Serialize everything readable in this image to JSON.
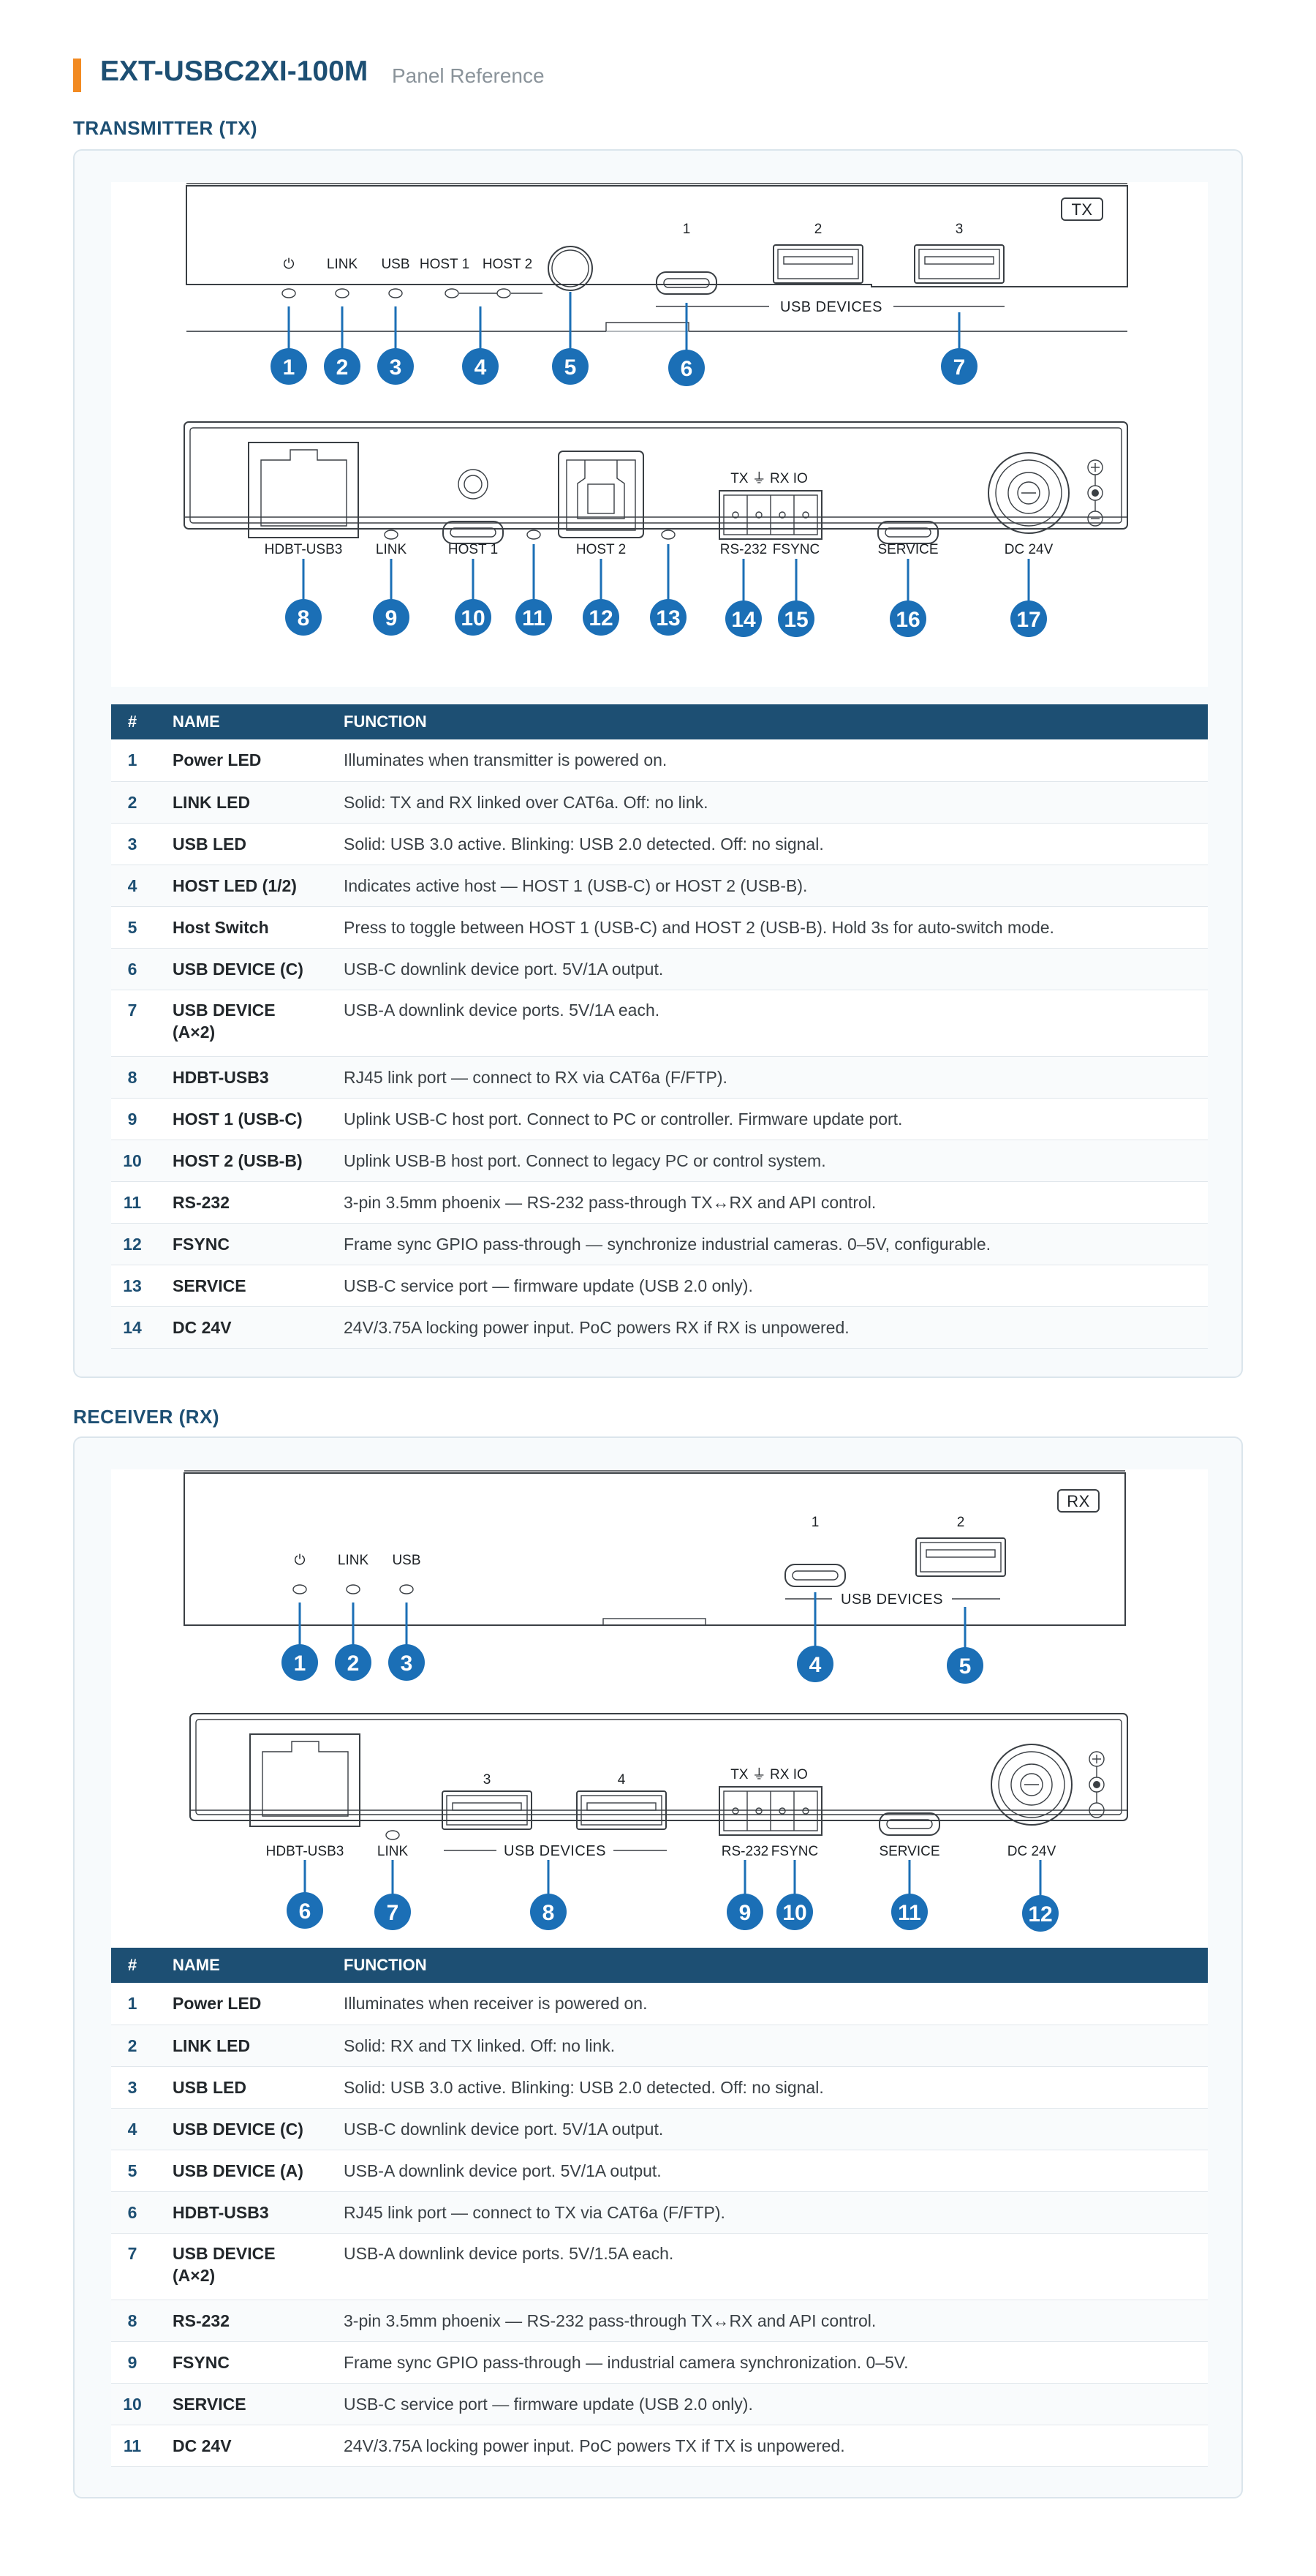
{
  "header": {
    "title": "EXT-USBC2XI-100M",
    "subtitle": "Panel Reference"
  },
  "colors": {
    "accent": "#f28a21",
    "primary": "#1d4f73",
    "callout": "#1b6fb6"
  },
  "columns": {
    "num": "#",
    "name": "NAME",
    "function": "FUNCTION"
  },
  "tx": {
    "section_title": "TRANSMITTER (TX)",
    "front": {
      "badge": "TX",
      "labels": {
        "power": "⏻",
        "link": "LINK",
        "usb": "USB",
        "host1": "HOST 1",
        "host2": "HOST 2",
        "port1": "1",
        "port2": "2",
        "port3": "3",
        "usb_devices": "USB DEVICES"
      },
      "callouts": [
        "1",
        "2",
        "3",
        "4",
        "5",
        "6",
        "7"
      ]
    },
    "rear": {
      "labels": {
        "hdbt": "HDBT-USB3",
        "link": "LINK",
        "host1": "HOST 1",
        "host2": "HOST 2",
        "rs232": "RS-232",
        "fsync": "FSYNC",
        "service": "SERVICE",
        "dc": "DC 24V",
        "phoenix": "TX ⏚ RX IO"
      },
      "callouts": [
        "8",
        "9",
        "10",
        "11",
        "12",
        "13",
        "14",
        "15",
        "16",
        "17"
      ]
    },
    "rows": [
      {
        "num": "1",
        "name": "Power LED",
        "function": "Illuminates when transmitter is powered on."
      },
      {
        "num": "2",
        "name": "LINK LED",
        "function": "Solid: TX and RX linked over CAT6a. Off: no link."
      },
      {
        "num": "3",
        "name": "USB LED",
        "function": "Solid: USB 3.0 active. Blinking: USB 2.0 detected. Off: no signal."
      },
      {
        "num": "4",
        "name": "HOST LED (1/2)",
        "function": "Indicates active host — HOST 1 (USB-C) or HOST 2 (USB-B)."
      },
      {
        "num": "5",
        "name": "Host Switch",
        "function": "Press to toggle between HOST 1 (USB-C) and HOST 2 (USB-B). Hold 3s for auto-switch mode."
      },
      {
        "num": "6",
        "name": "USB DEVICE (C)",
        "function": "USB-C downlink device port. 5V/1A output."
      },
      {
        "num": "7",
        "name": "USB DEVICE (A×2)",
        "function": "USB-A downlink device ports. 5V/1A each."
      },
      {
        "num": "8",
        "name": "HDBT-USB3",
        "function": "RJ45 link port — connect to RX via CAT6a (F/FTP)."
      },
      {
        "num": "9",
        "name": "HOST 1 (USB-C)",
        "function": "Uplink USB-C host port. Connect to PC or controller. Firmware update port."
      },
      {
        "num": "10",
        "name": "HOST 2 (USB-B)",
        "function": "Uplink USB-B host port. Connect to legacy PC or control system."
      },
      {
        "num": "11",
        "name": "RS-232",
        "function": "3-pin 3.5mm phoenix — RS-232 pass-through TX↔RX and API control."
      },
      {
        "num": "12",
        "name": "FSYNC",
        "function": "Frame sync GPIO pass-through — synchronize industrial cameras. 0–5V, configurable."
      },
      {
        "num": "13",
        "name": "SERVICE",
        "function": "USB-C service port — firmware update (USB 2.0 only)."
      },
      {
        "num": "14",
        "name": "DC 24V",
        "function": "24V/3.75A locking power input. PoC powers RX if RX is unpowered."
      }
    ]
  },
  "rx": {
    "section_title": "RECEIVER (RX)",
    "front": {
      "badge": "RX",
      "labels": {
        "power": "⏻",
        "link": "LINK",
        "usb": "USB",
        "port1": "1",
        "port2": "2",
        "usb_devices": "USB DEVICES"
      },
      "callouts": [
        "1",
        "2",
        "3",
        "4",
        "5"
      ]
    },
    "rear": {
      "labels": {
        "hdbt": "HDBT-USB3",
        "link": "LINK",
        "port3": "3",
        "port4": "4",
        "usb_devices": "USB DEVICES",
        "rs232": "RS-232",
        "fsync": "FSYNC",
        "service": "SERVICE",
        "dc": "DC 24V",
        "phoenix": "TX ⏚ RX IO"
      },
      "callouts": [
        "6",
        "7",
        "8",
        "9",
        "10",
        "11",
        "12"
      ]
    },
    "rows": [
      {
        "num": "1",
        "name": "Power LED",
        "function": "Illuminates when receiver is powered on."
      },
      {
        "num": "2",
        "name": "LINK LED",
        "function": "Solid: RX and TX linked. Off: no link."
      },
      {
        "num": "3",
        "name": "USB LED",
        "function": "Solid: USB 3.0 active. Blinking: USB 2.0 detected. Off: no signal."
      },
      {
        "num": "4",
        "name": "USB DEVICE (C)",
        "function": "USB-C downlink device port. 5V/1A output."
      },
      {
        "num": "5",
        "name": "USB DEVICE (A)",
        "function": "USB-A downlink device port. 5V/1A output."
      },
      {
        "num": "6",
        "name": "HDBT-USB3",
        "function": "RJ45 link port — connect to TX via CAT6a (F/FTP)."
      },
      {
        "num": "7",
        "name": "USB DEVICE (A×2)",
        "function": "USB-A downlink device ports. 5V/1.5A each."
      },
      {
        "num": "8",
        "name": "RS-232",
        "function": "3-pin 3.5mm phoenix — RS-232 pass-through TX↔RX and API control."
      },
      {
        "num": "9",
        "name": "FSYNC",
        "function": "Frame sync GPIO pass-through — industrial camera synchronization. 0–5V."
      },
      {
        "num": "10",
        "name": "SERVICE",
        "function": "USB-C service port — firmware update (USB 2.0 only)."
      },
      {
        "num": "11",
        "name": "DC 24V",
        "function": "24V/3.75A locking power input. PoC powers TX if TX is unpowered."
      }
    ]
  }
}
